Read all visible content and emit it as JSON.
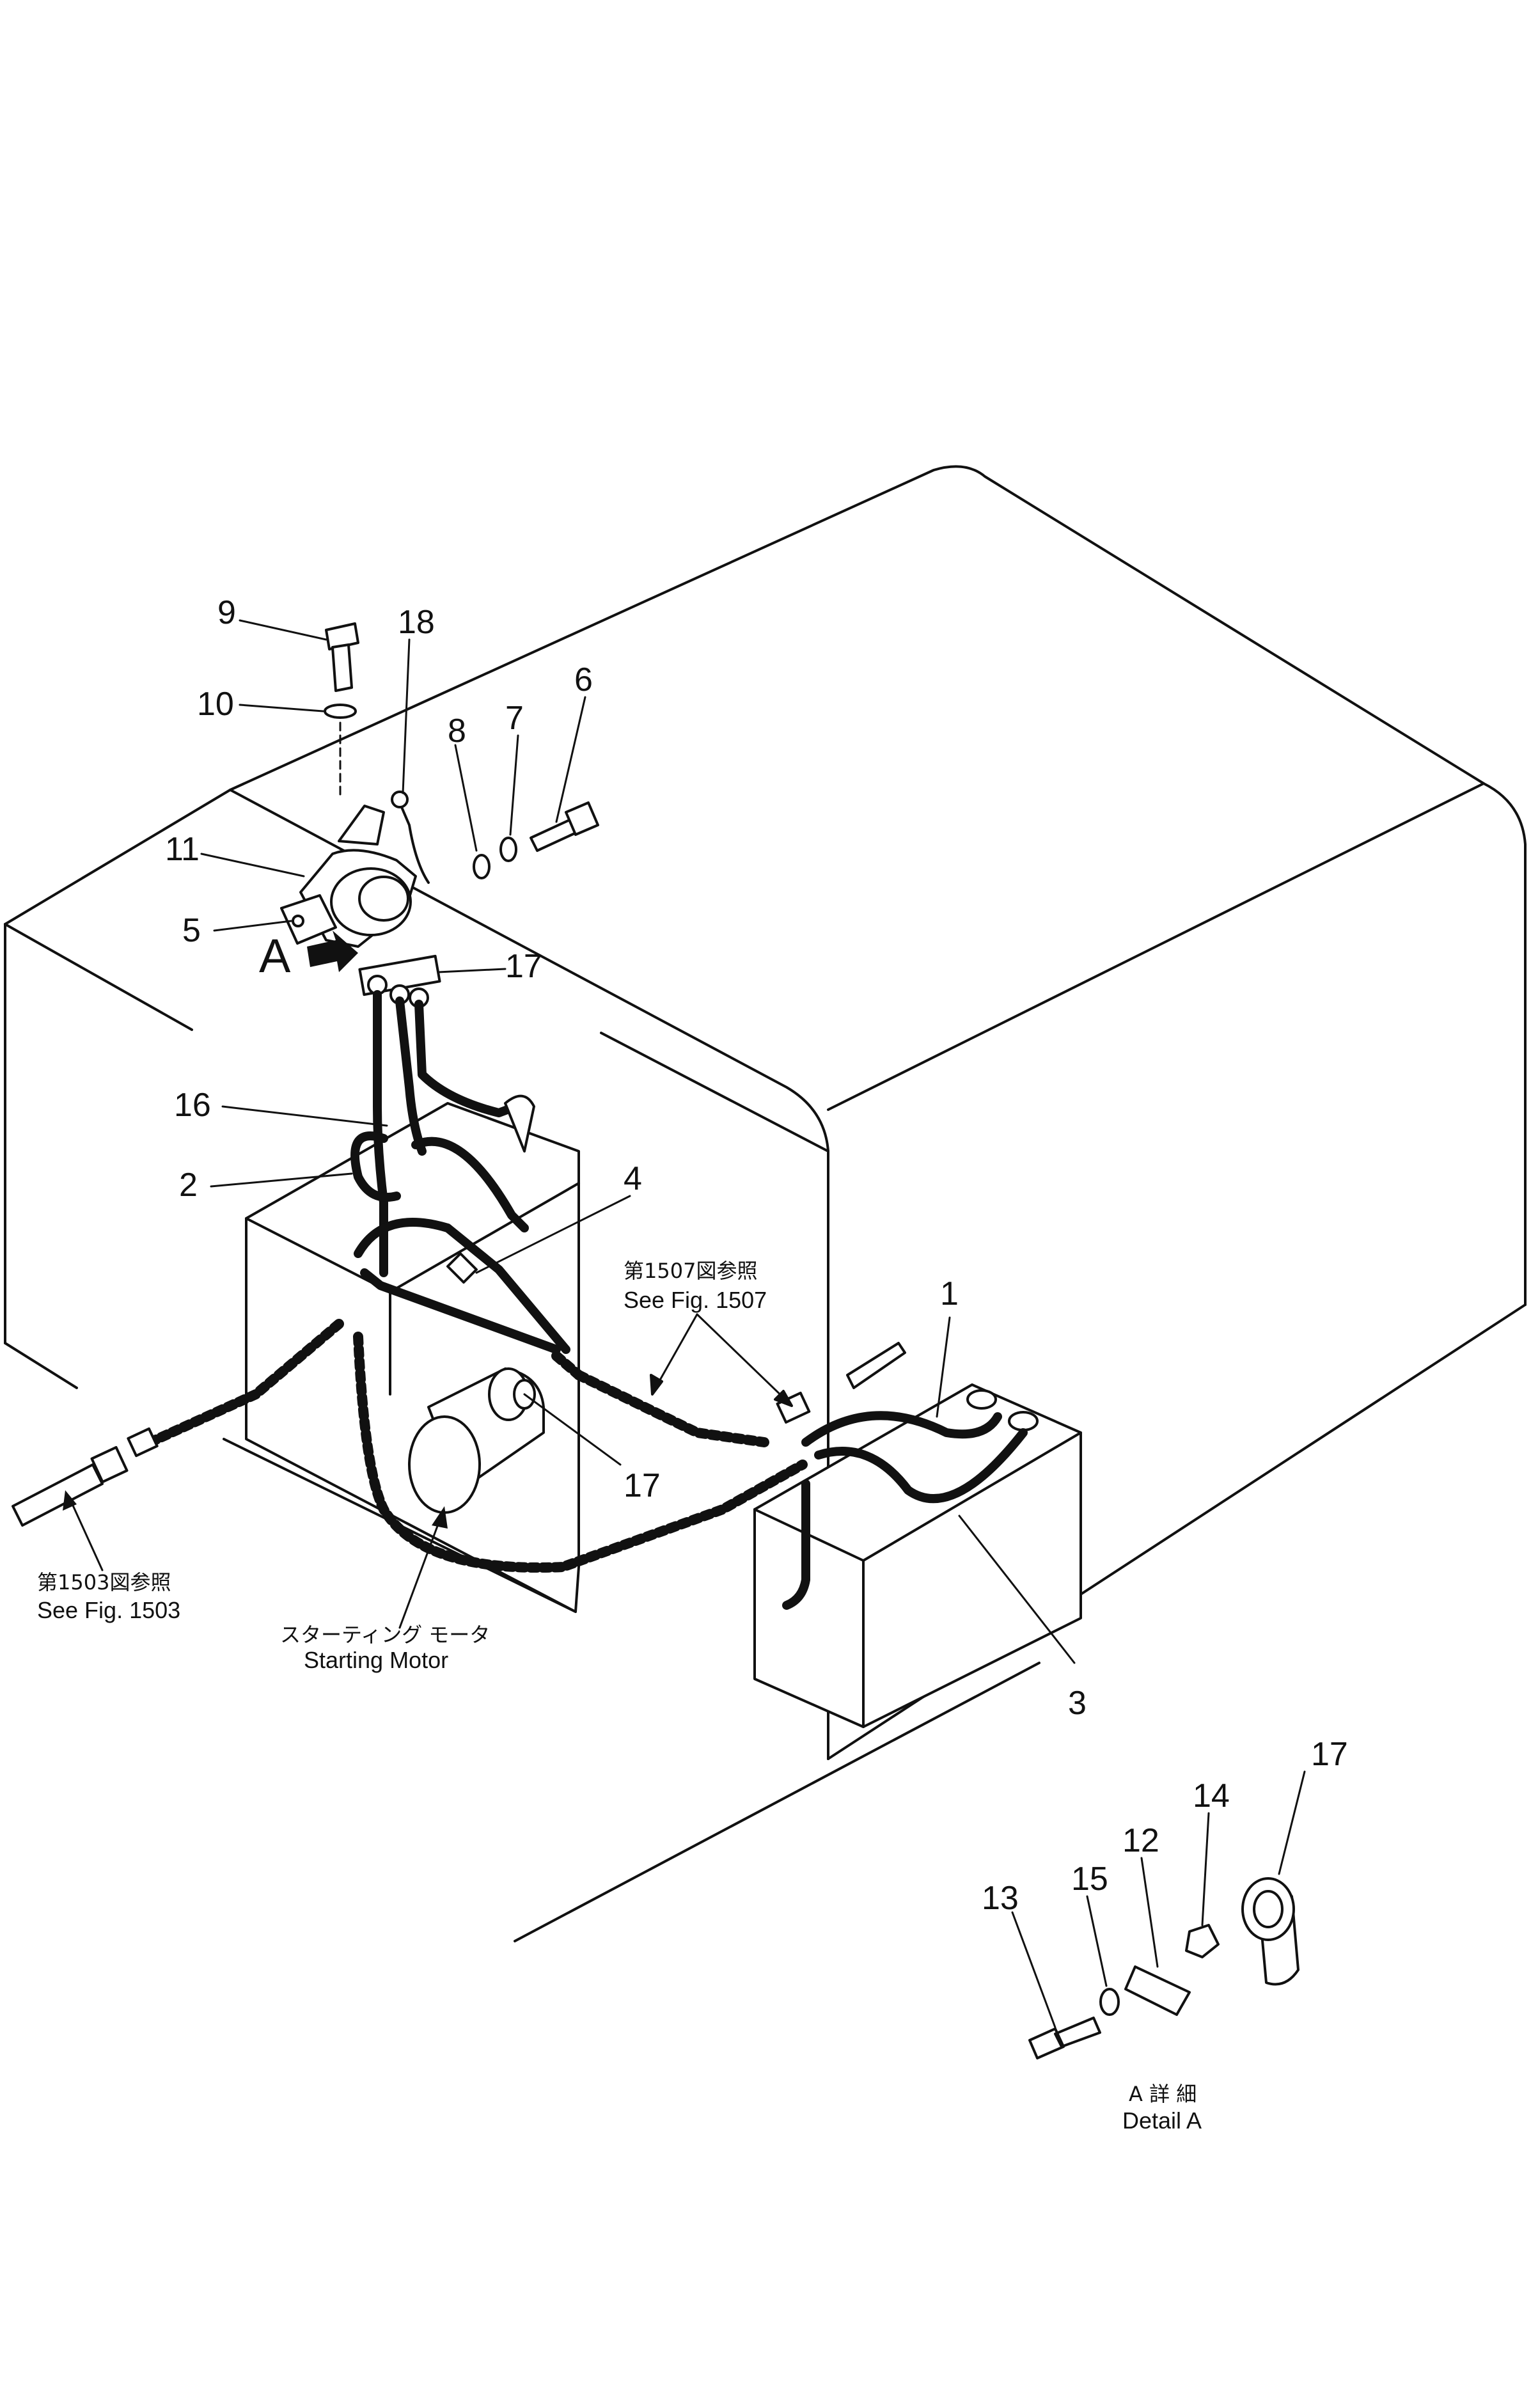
{
  "callouts": {
    "c1": "1",
    "c2": "2",
    "c3": "3",
    "c4": "4",
    "c5": "5",
    "c6": "6",
    "c7": "7",
    "c8": "8",
    "c9": "9",
    "c10": "10",
    "c11": "11",
    "c12": "12",
    "c13": "13",
    "c14": "14",
    "c15": "15",
    "c16": "16",
    "c17a": "17",
    "c17b": "17",
    "c17c": "17",
    "c18": "18",
    "view_letter": "A"
  },
  "notes": {
    "fig1507_jp": "第1507図参照",
    "fig1507_en": "See Fig. 1507",
    "fig1503_jp": "第1503図参照",
    "fig1503_en": "See Fig. 1503",
    "starting_motor_jp": "スターティング モータ",
    "starting_motor_en": "Starting Motor",
    "detail_jp": "A 詳 細",
    "detail_en": "Detail A"
  }
}
